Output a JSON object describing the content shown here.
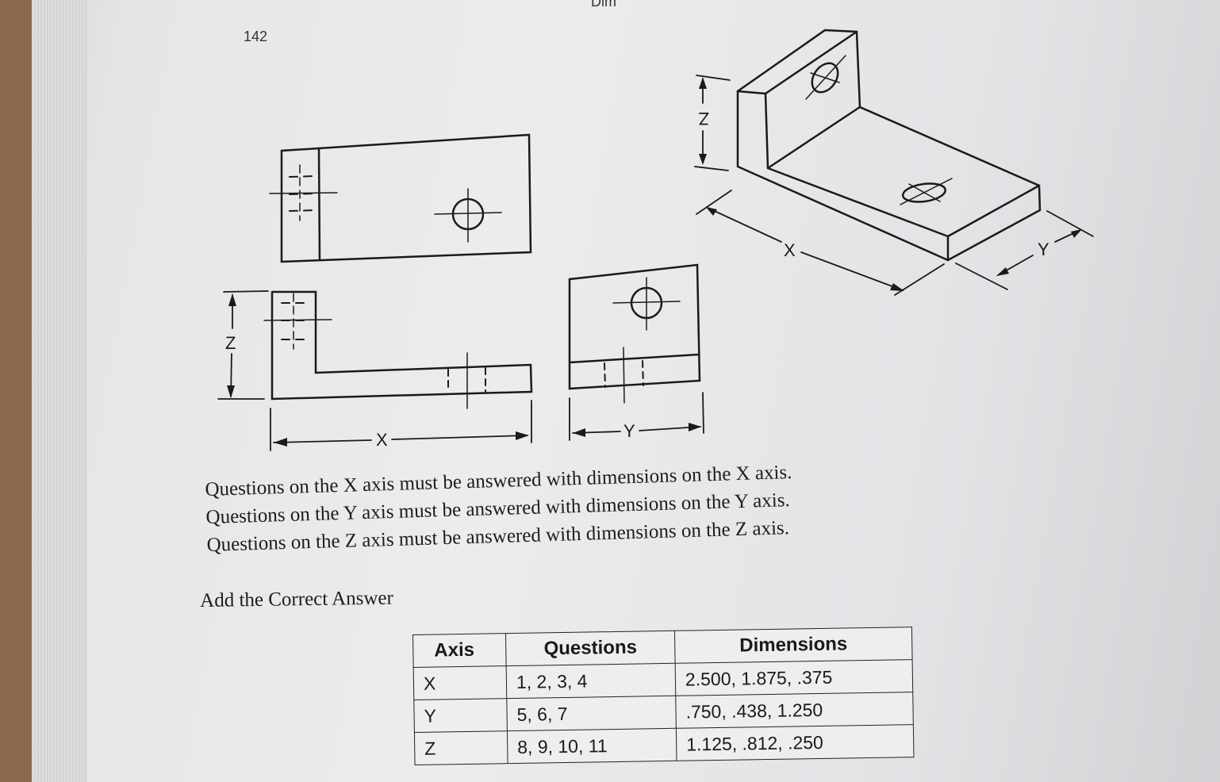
{
  "page": {
    "number": "142",
    "header_fragment": "Dim"
  },
  "drawing_labels": {
    "front_x": "X",
    "front_z": "Z",
    "side_y": "Y",
    "iso_x": "X",
    "iso_y": "Y",
    "iso_z": "Z"
  },
  "statements": [
    "Questions on the X axis must be answered with dimensions on the X axis.",
    "Questions on the Y axis must be answered with dimensions on the Y axis.",
    "Questions on the Z axis must be answered with dimensions on the Z axis."
  ],
  "answer_prompt": "Add the Correct Answer",
  "table": {
    "headers": {
      "axis": "Axis",
      "questions": "Questions",
      "dimensions": "Dimensions"
    },
    "rows": [
      {
        "axis": "X",
        "questions": "1, 2, 3, 4",
        "dimensions": "2.500, 1.875, .375"
      },
      {
        "axis": "Y",
        "questions": "5, 6, 7",
        "dimensions": ".750, .438, 1.250"
      },
      {
        "axis": "Z",
        "questions": "8, 9, 10, 11",
        "dimensions": "1.125, .812, .250"
      }
    ]
  }
}
